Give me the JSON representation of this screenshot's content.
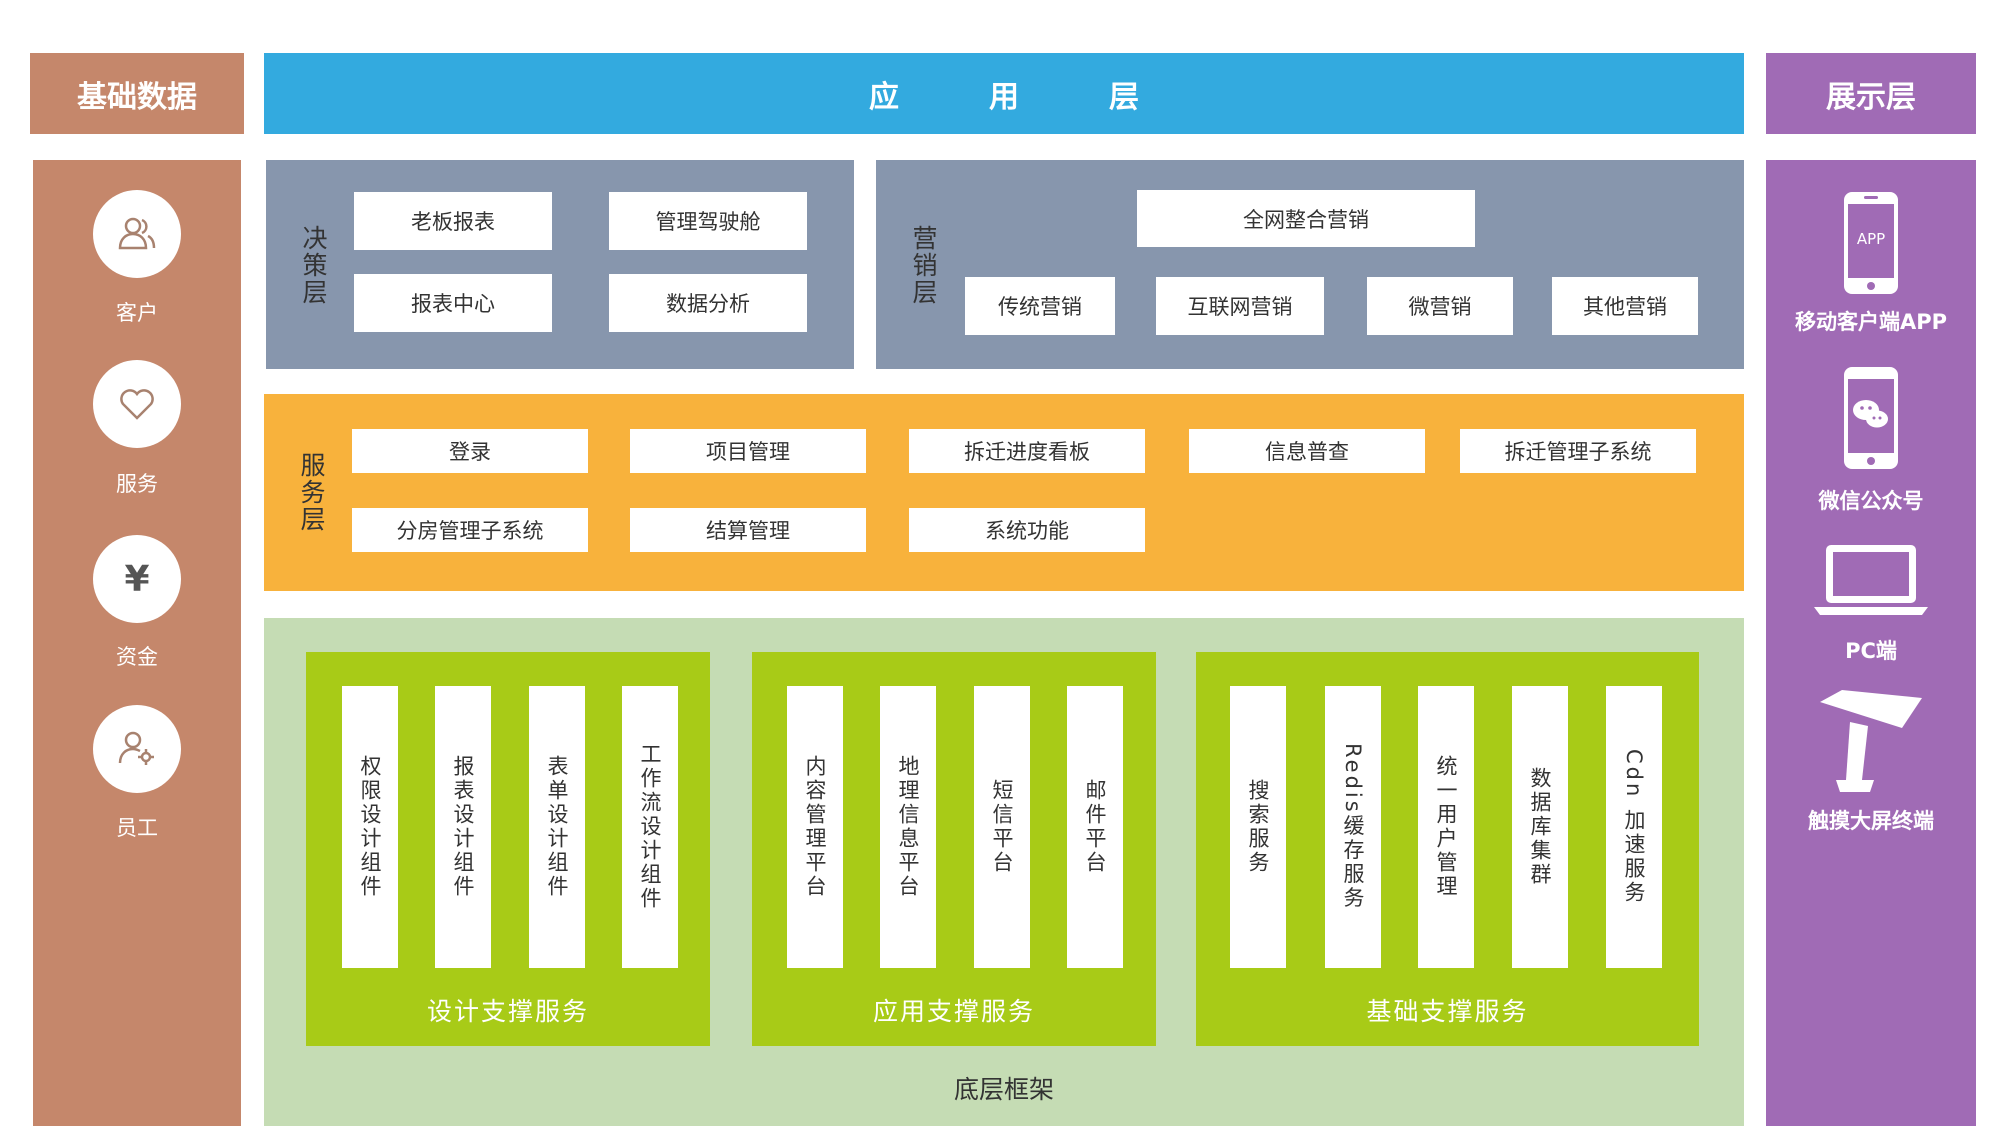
{
  "colors": {
    "left": "#c5876b",
    "app": "#33aadf",
    "right": "#a06bb5",
    "decision": "#8796ad",
    "service": "#f8b23c",
    "base": "#c5dcb4",
    "group": "#a8cb17"
  },
  "left": {
    "title": "基础数据",
    "items": [
      {
        "label": "客户",
        "icon": "users-icon"
      },
      {
        "label": "服务",
        "icon": "heart-icon"
      },
      {
        "label": "资金",
        "icon": "yen-icon"
      },
      {
        "label": "员工",
        "icon": "user-gear-icon"
      }
    ],
    "yen": "¥"
  },
  "app": {
    "title": "应　　　用　　　层"
  },
  "right": {
    "title": "展示层",
    "items": [
      {
        "label": "移动客户端APP",
        "icon": "phone-app-icon",
        "badge": "APP"
      },
      {
        "label": "微信公众号",
        "icon": "wechat-phone-icon"
      },
      {
        "label": "PC端",
        "icon": "laptop-icon"
      },
      {
        "label": "触摸大屏终端",
        "icon": "kiosk-icon"
      }
    ]
  },
  "decision": {
    "label": "决策层",
    "items": [
      "老板报表",
      "管理驾驶舱",
      "报表中心",
      "数据分析"
    ]
  },
  "marketing": {
    "label": "营销层",
    "top": "全网整合营销",
    "items": [
      "传统营销",
      "互联网营销",
      "微营销",
      "其他营销"
    ]
  },
  "service": {
    "label": "服务层",
    "row1": [
      "登录",
      "项目管理",
      "拆迁进度看板",
      "信息普查",
      "拆迁管理子系统"
    ],
    "row2": [
      "分房管理子系统",
      "结算管理",
      "系统功能"
    ]
  },
  "base": {
    "label": "底层框架",
    "groups": [
      {
        "title": "设计支撑服务",
        "items": [
          "权限设计组件",
          "报表设计组件",
          "表单设计组件",
          "工作流设计组件"
        ]
      },
      {
        "title": "应用支撑服务",
        "items": [
          "内容管理平台",
          "地理信息平台",
          "短信平台",
          "邮件平台"
        ]
      },
      {
        "title": "基础支撑服务",
        "items": [
          "搜索服务",
          "Redis缓存服务",
          "统一用户管理",
          "数据库集群",
          "Cdn 加速服务"
        ]
      }
    ]
  }
}
